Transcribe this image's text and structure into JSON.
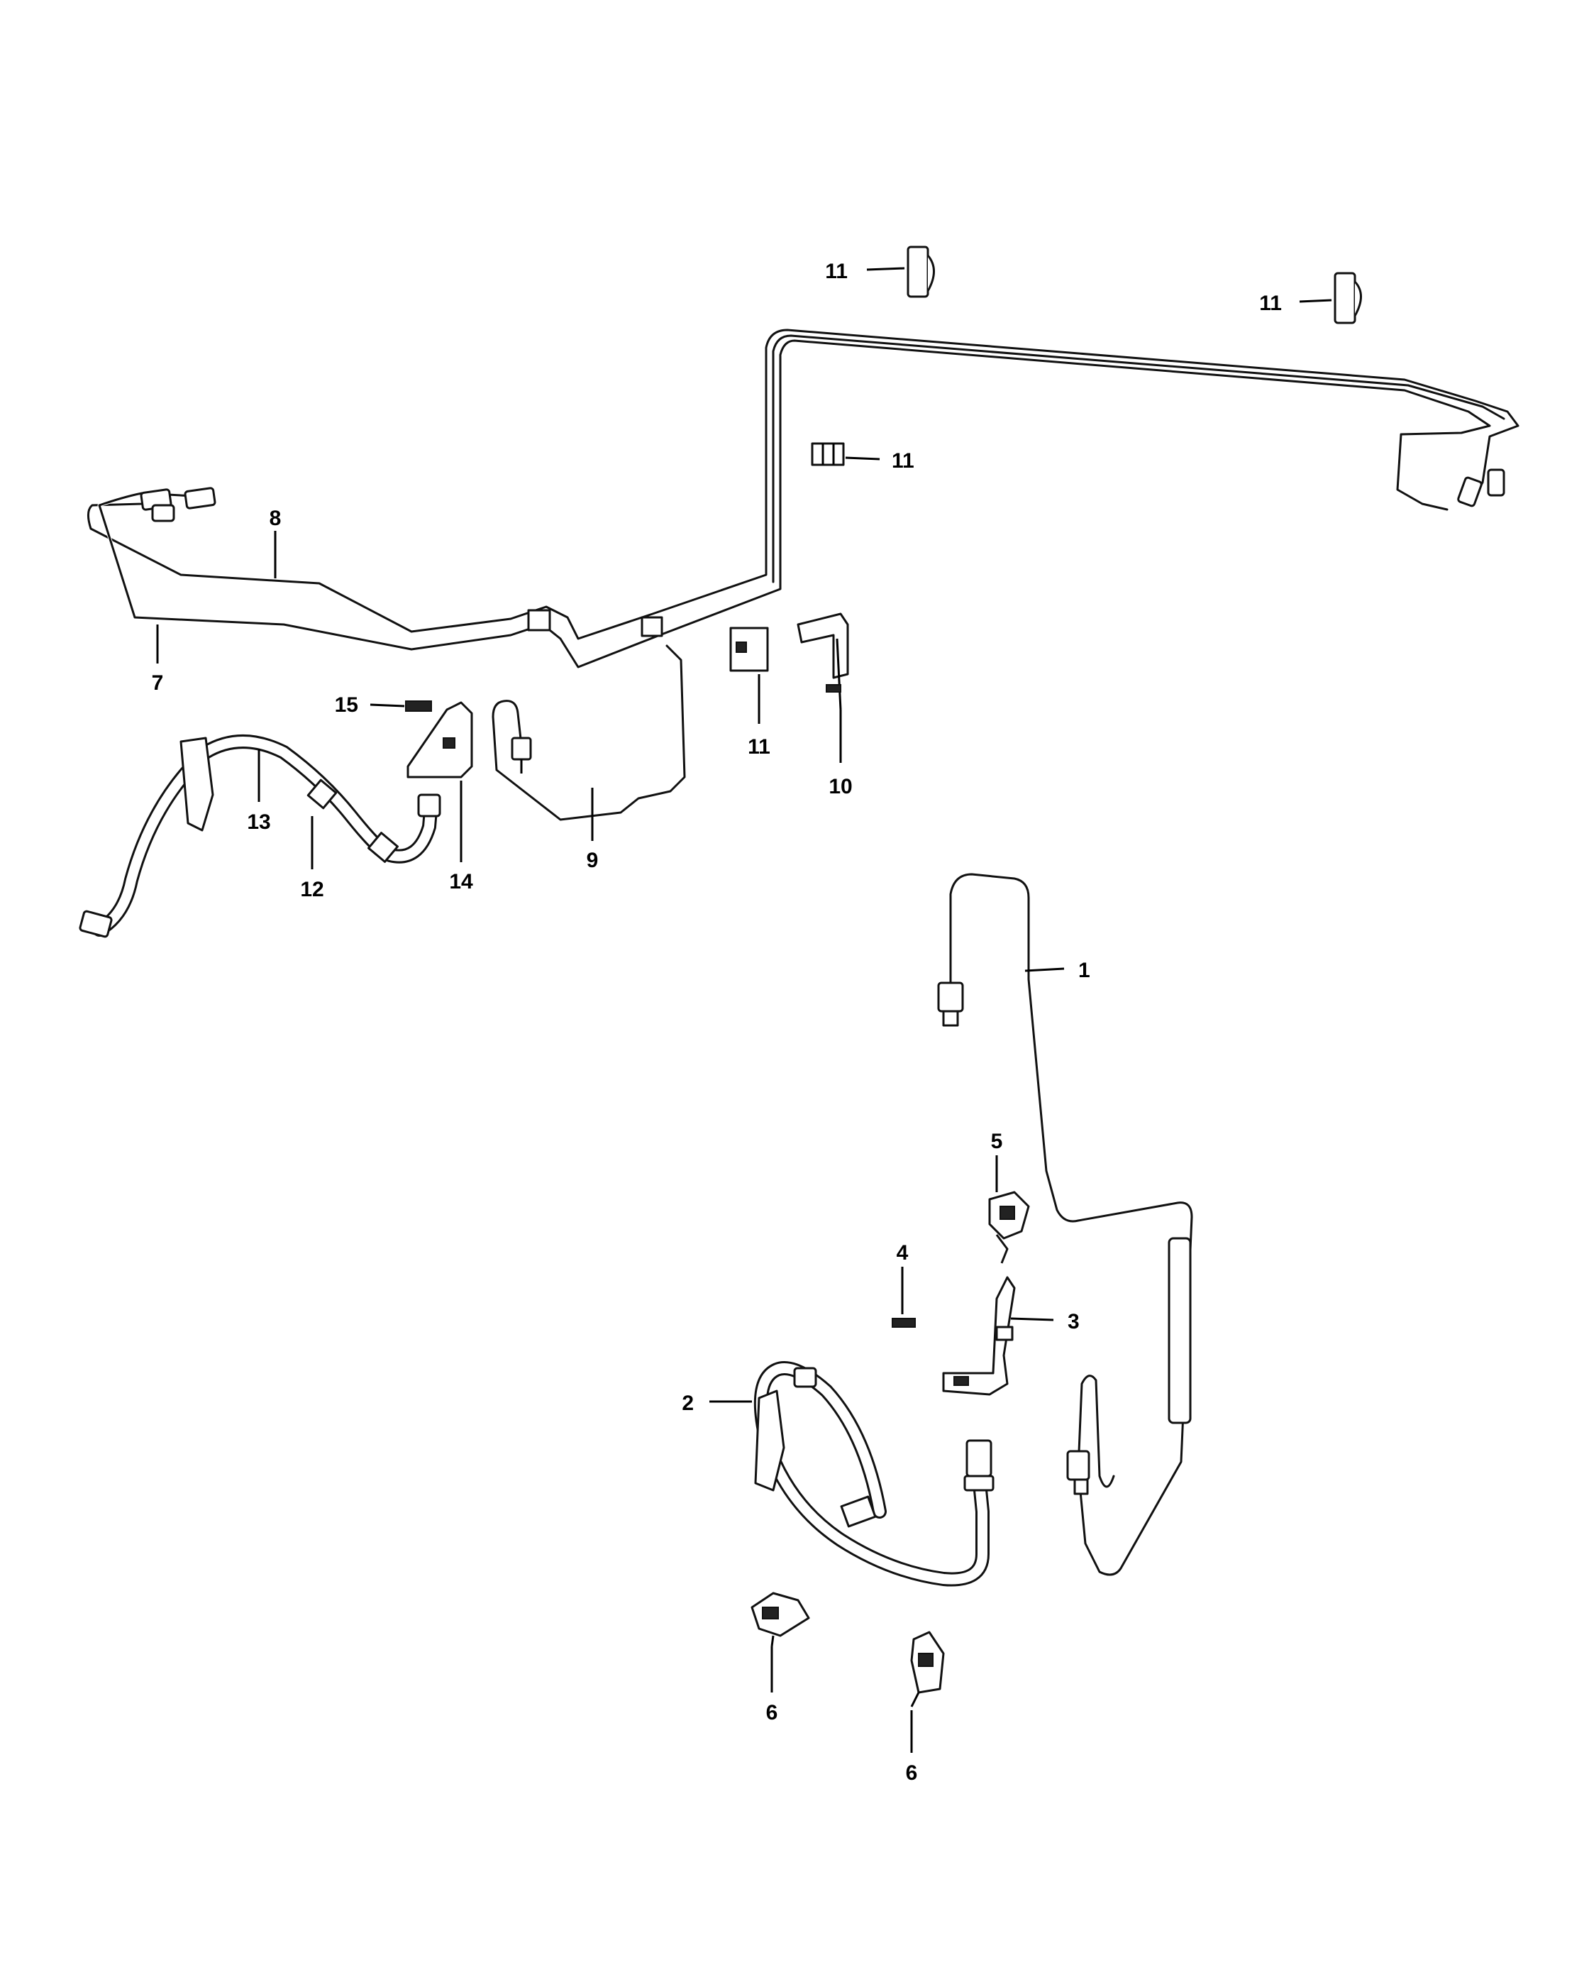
{
  "callouts": {
    "c1": "1",
    "c2": "2",
    "c3": "3",
    "c4": "4",
    "c5": "5",
    "c6a": "6",
    "c6b": "6",
    "c7": "7",
    "c8": "8",
    "c9": "9",
    "c10": "10",
    "c11a": "11",
    "c11b": "11",
    "c11c": "11",
    "c11d": "11",
    "c12": "12",
    "c13": "13",
    "c14": "14",
    "c15": "15"
  },
  "colors": {
    "line": "#111111",
    "background": "#ffffff"
  }
}
